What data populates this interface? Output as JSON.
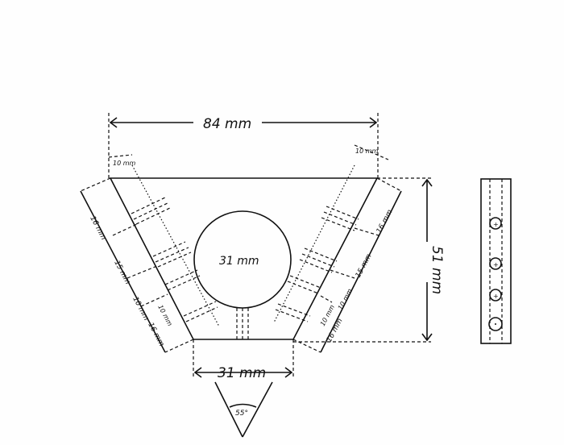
{
  "drawing": {
    "top_width": "84 mm",
    "circle_diameter": "31 mm",
    "bottom_width": "31 mm",
    "height": "51 mm",
    "angle": "55°",
    "left_strip_width": "10 mm",
    "right_strip_width": "10 mm",
    "left_segments": [
      "16 mm",
      "15 mm",
      "10 mm",
      "16 mm"
    ],
    "left_inner": "10 mm",
    "right_segments": [
      "16 mm",
      "15 mm",
      "10 mm",
      "16 mm"
    ],
    "right_inner": "10 mm"
  }
}
